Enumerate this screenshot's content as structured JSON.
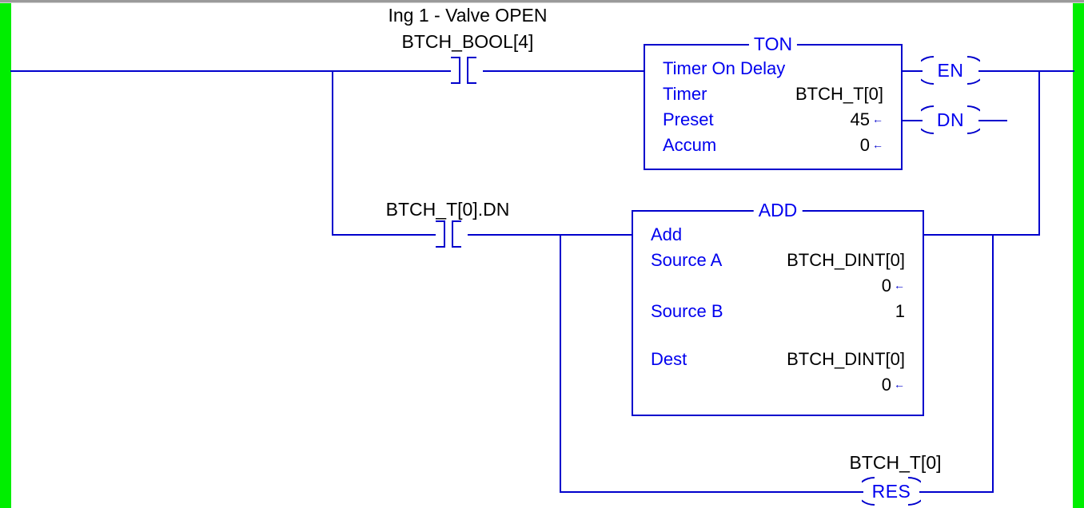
{
  "rung": {
    "rails": {
      "color": "#00ee00"
    },
    "wire_color": "#0000cc"
  },
  "branch1": {
    "comment": "Ing 1 - Valve OPEN",
    "contact": {
      "tag": "BTCH_BOOL[4]",
      "type": "examine-if-closed"
    },
    "instruction": {
      "mnemonic": "TON",
      "description": "Timer On Delay",
      "operands": [
        {
          "name": "Timer",
          "operand": "BTCH_T[0]",
          "value": null,
          "arrow": false
        },
        {
          "name": "Preset",
          "operand": null,
          "value": "45",
          "arrow": true
        },
        {
          "name": "Accum",
          "operand": null,
          "value": "0",
          "arrow": true
        }
      ],
      "outputs": [
        {
          "label": "EN",
          "name": "enable-coil"
        },
        {
          "label": "DN",
          "name": "done-coil"
        }
      ]
    }
  },
  "branch2": {
    "contact": {
      "tag": "BTCH_T[0].DN",
      "type": "examine-if-closed"
    },
    "instruction": {
      "mnemonic": "ADD",
      "description": "Add",
      "operands": [
        {
          "name": "Source A",
          "operand": "BTCH_DINT[0]",
          "value": "0",
          "arrow": true
        },
        {
          "name": "Source B",
          "operand": null,
          "value": "1",
          "arrow": false
        },
        {
          "name": "Dest",
          "operand": "BTCH_DINT[0]",
          "value": "0",
          "arrow": true
        }
      ]
    }
  },
  "branch3": {
    "coil": {
      "tag": "BTCH_T[0]",
      "label": "RES",
      "name": "reset-coil"
    }
  }
}
